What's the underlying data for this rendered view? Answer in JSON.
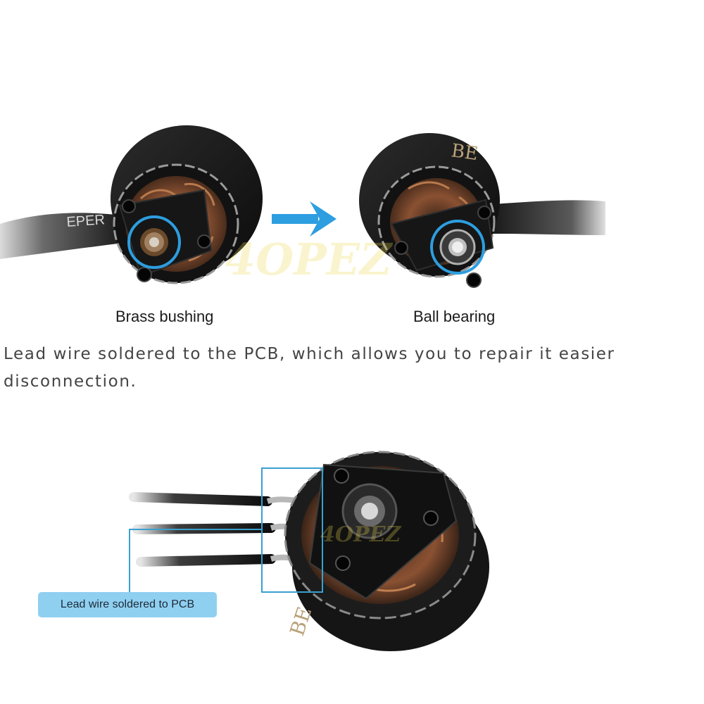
{
  "top_figure": {
    "left_caption": "Brass bushing",
    "right_caption": "Ball bearing",
    "watermark": "4OPEZ",
    "arrow_color": "#2d9ee0"
  },
  "description": {
    "line1": "Lead wire soldered to the PCB, which allows you to repair it easier",
    "line2": "disconnection."
  },
  "bottom_figure": {
    "callout_label": "Lead wire soldered to PCB",
    "watermark": "4OPEZ",
    "highlight_color": "#3a9fd0",
    "callout_color": "#8fd0f1"
  },
  "icons": [
    "brass-bushing-motor-icon",
    "ball-bearing-motor-icon",
    "arrow-right-icon",
    "motor-lead-wire-icon"
  ]
}
